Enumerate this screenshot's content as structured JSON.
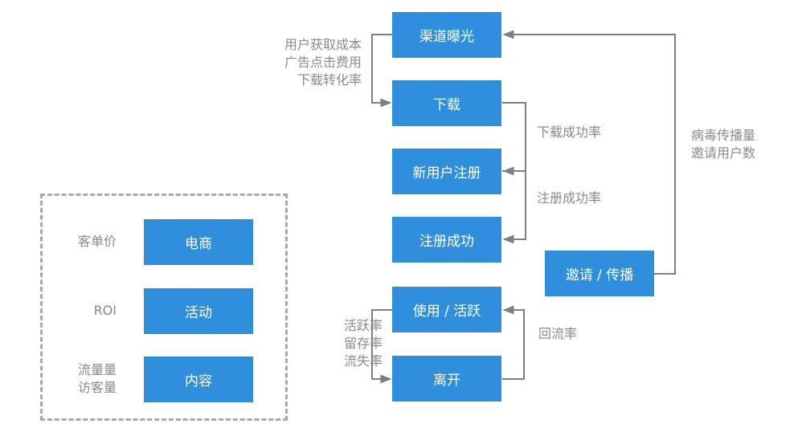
{
  "flow": {
    "exposure": "渠道曝光",
    "download": "下载",
    "new_user_register": "新用户注册",
    "register_success": "注册成功",
    "invite_share": "邀请 / 传播",
    "use_active": "使用 / 活跃",
    "leave": "离开"
  },
  "metrics": {
    "acquisition": [
      "用户获取成本",
      "广告点击费用",
      "下载转化率"
    ],
    "download_success_rate": "下载成功率",
    "register_success_rate": "注册成功率",
    "viral": [
      "病毒传播量",
      "邀请用户数"
    ],
    "activity": [
      "活跃率",
      "留存率",
      "流失率"
    ],
    "return_rate": "回流率"
  },
  "monetization": {
    "ecommerce": "电商",
    "ecommerce_metric": "客单价",
    "campaign": "活动",
    "campaign_metric": "ROI",
    "content": "内容",
    "content_metric": [
      "流量量",
      "访客量"
    ]
  },
  "colors": {
    "box": "#2f8fdc",
    "label": "#8a8a8a",
    "connector": "#7f7f7f",
    "dashed_border": "#a9a9a9"
  }
}
